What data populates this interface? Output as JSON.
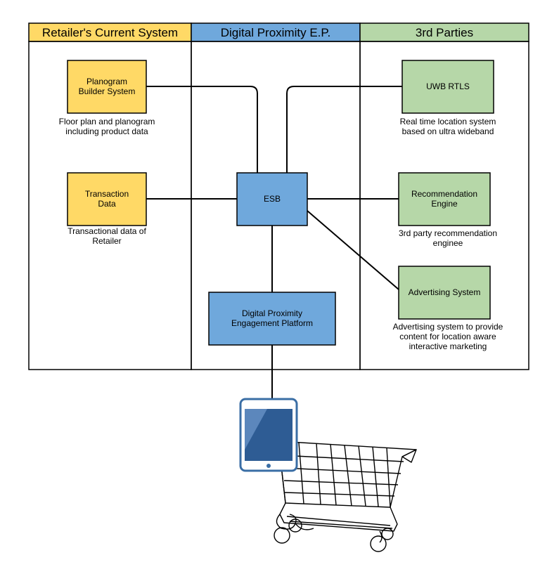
{
  "lanes": [
    {
      "title": "Retailer's Current System",
      "color": "#ffd966"
    },
    {
      "title": "Digital Proximity E.P.",
      "color": "#6fa8dc"
    },
    {
      "title": "3rd Parties",
      "color": "#b6d7a8"
    }
  ],
  "nodes": {
    "planogram": {
      "lines": [
        "Planogram",
        "Builder System"
      ],
      "caption": [
        "Floor plan and planogram",
        "including product data"
      ]
    },
    "transaction": {
      "lines": [
        "Transaction",
        "Data"
      ],
      "caption": [
        "Transactional data of",
        "Retailer"
      ]
    },
    "esb": {
      "lines": [
        "ESB"
      ]
    },
    "dpep": {
      "lines": [
        "Digital Proximity",
        "Engagement Platform"
      ]
    },
    "uwb": {
      "lines": [
        "UWB RTLS"
      ],
      "caption": [
        "Real time location system",
        "based on ultra wideband"
      ]
    },
    "recommendation": {
      "lines": [
        "Recommendation",
        "Engine"
      ],
      "caption": [
        "3rd party recommendation",
        "enginee"
      ]
    },
    "advertising": {
      "lines": [
        "Advertising System"
      ],
      "caption": [
        "Advertising system to provide",
        "content for location aware",
        "interactive marketing"
      ]
    }
  },
  "colors": {
    "retailer_box": "#ffd966",
    "ep_box": "#6fa8dc",
    "third_party_box": "#b6d7a8",
    "tablet": "#3a6ea5",
    "tablet_screen": "#2e5c94"
  },
  "icons": [
    "tablet-icon",
    "shopping-cart-icon"
  ]
}
